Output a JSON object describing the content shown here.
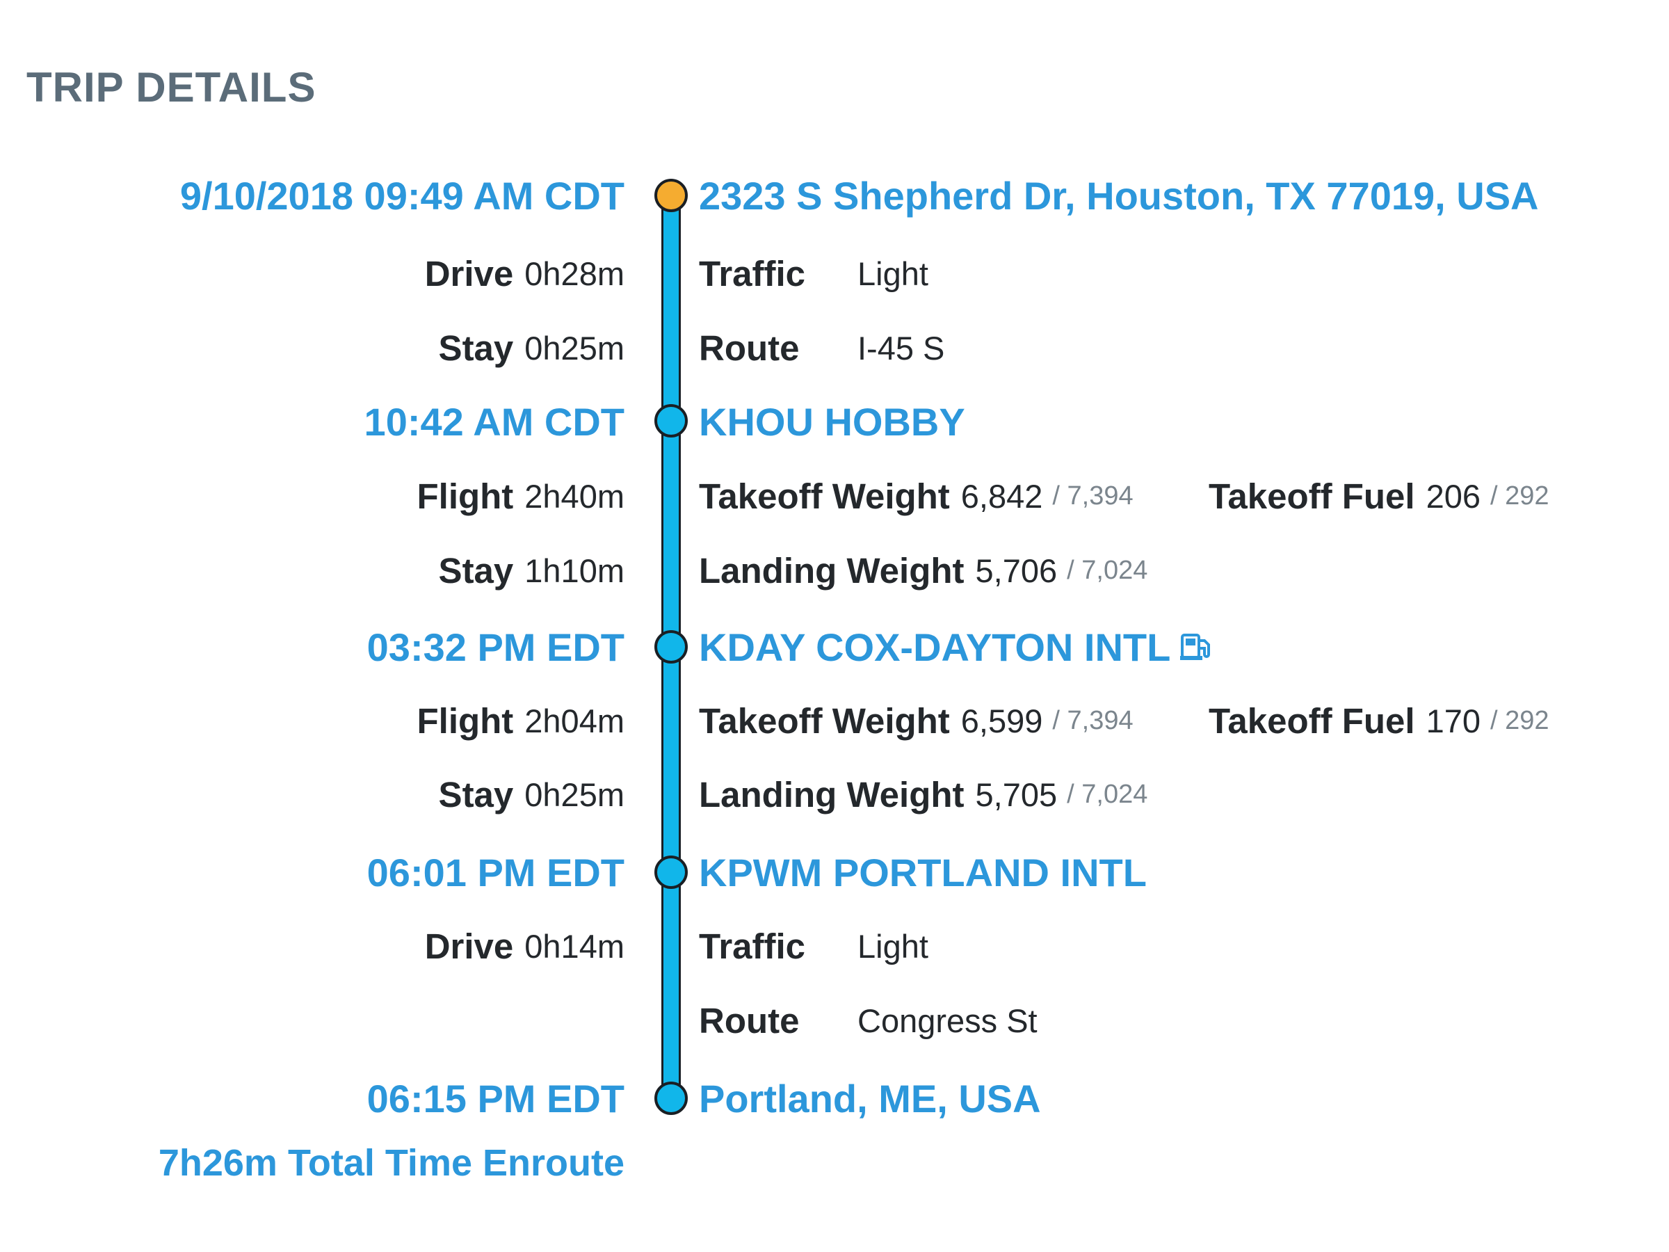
{
  "title": "TRIP DETAILS",
  "stops": [
    {
      "time": "9/10/2018 09:49 AM CDT",
      "name": "2323 S Shepherd Dr, Houston, TX 77019, USA"
    },
    {
      "time": "10:42 AM CDT",
      "name": "KHOU HOBBY"
    },
    {
      "time": "03:32 PM EDT",
      "name": "KDAY COX-DAYTON INTL",
      "icon": "fuel-pump-icon"
    },
    {
      "time": "06:01 PM EDT",
      "name": "KPWM PORTLAND INTL"
    },
    {
      "time": "06:15 PM EDT",
      "name": "Portland, ME, USA"
    }
  ],
  "leg1": {
    "drive_label": "Drive",
    "drive_value": "0h28m",
    "stay_label": "Stay",
    "stay_value": "0h25m",
    "traffic_label": "Traffic",
    "traffic_value": "Light",
    "route_label": "Route",
    "route_value": "I-45 S"
  },
  "leg2": {
    "flight_label": "Flight",
    "flight_value": "2h40m",
    "stay_label": "Stay",
    "stay_value": "1h10m",
    "takeoff_weight_label": "Takeoff Weight",
    "takeoff_weight": "6,842",
    "takeoff_weight_max": "/ 7,394",
    "takeoff_fuel_label": "Takeoff Fuel",
    "takeoff_fuel": "206",
    "takeoff_fuel_max": "/ 292",
    "landing_weight_label": "Landing Weight",
    "landing_weight": "5,706",
    "landing_weight_max": "/ 7,024"
  },
  "leg3": {
    "flight_label": "Flight",
    "flight_value": "2h04m",
    "stay_label": "Stay",
    "stay_value": "0h25m",
    "takeoff_weight_label": "Takeoff Weight",
    "takeoff_weight": "6,599",
    "takeoff_weight_max": "/ 7,394",
    "takeoff_fuel_label": "Takeoff Fuel",
    "takeoff_fuel": "170",
    "takeoff_fuel_max": "/ 292",
    "landing_weight_label": "Landing Weight",
    "landing_weight": "5,705",
    "landing_weight_max": "/ 7,024"
  },
  "leg4": {
    "drive_label": "Drive",
    "drive_value": "0h14m",
    "traffic_label": "Traffic",
    "traffic_value": "Light",
    "route_label": "Route",
    "route_value": "Congress St"
  },
  "total": "7h26m Total Time Enroute",
  "colors": {
    "accent": "#2c97db",
    "line": "#11b6ea",
    "start_node": "#f5ac30",
    "title": "#5b6c79"
  }
}
